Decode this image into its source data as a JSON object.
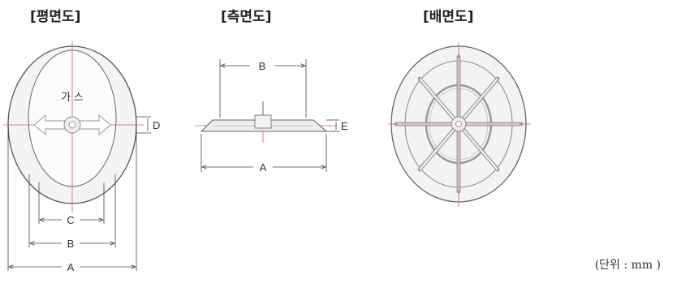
{
  "views": {
    "plan_title": "[평면도]",
    "side_title": "[측면도]",
    "back_title": "[배면도]"
  },
  "plan": {
    "cover_text": "가 스",
    "dim_a": "A",
    "dim_b": "B",
    "dim_c": "C",
    "dim_d": "D"
  },
  "side": {
    "dim_a": "A",
    "dim_b": "B",
    "dim_e": "E"
  },
  "unit_note": "(단위 : mm )"
}
